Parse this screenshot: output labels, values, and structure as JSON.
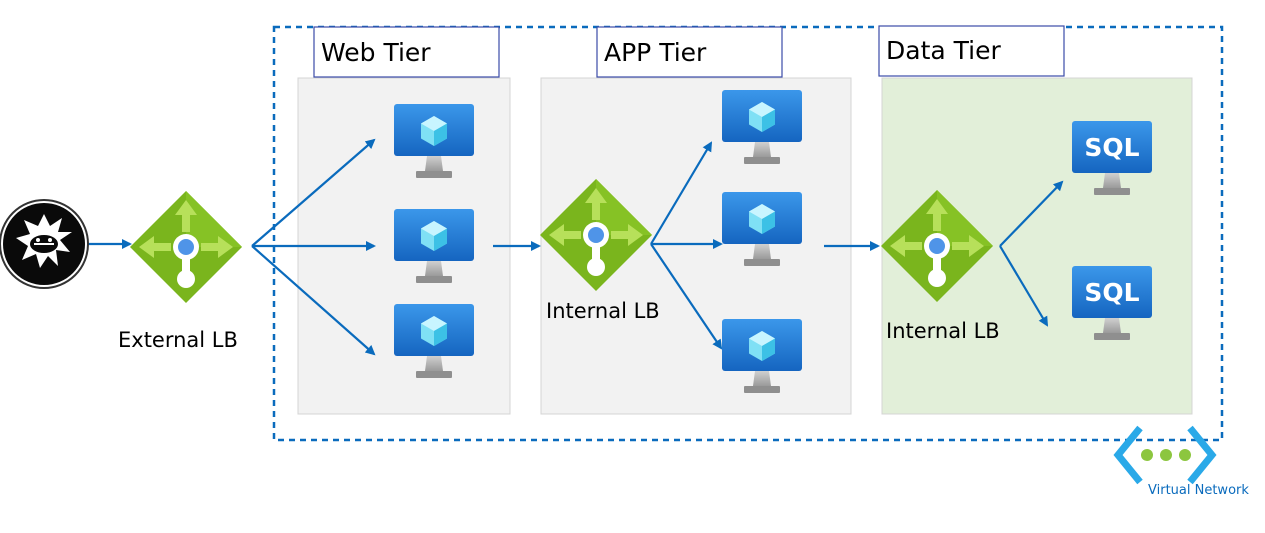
{
  "tiers": {
    "web": {
      "label": "Web Tier"
    },
    "app": {
      "label": "APP Tier"
    },
    "data": {
      "label": "Data Tier"
    }
  },
  "load_balancers": {
    "external": {
      "label": "External LB"
    },
    "app_internal": {
      "label": "Internal LB"
    },
    "data_internal": {
      "label": "Internal LB"
    }
  },
  "database_label": "SQL",
  "virtual_network": {
    "label": "Virtual Network"
  },
  "icons": {
    "client": "user-avatar-icon",
    "load_balancer": "load-balancer-icon",
    "vm": "virtual-machine-icon",
    "sql": "sql-database-icon",
    "vnet": "virtual-network-icon"
  },
  "colors": {
    "vnet_border": "#0a6bbd",
    "arrow": "#0a6bbd",
    "lb_green": "#7ab51d",
    "lb_arrow": "#b7e05a",
    "vm_blue": "#1e88e5",
    "web_panel": "#f2f2f2",
    "app_panel": "#f2f2f2",
    "data_panel": "#e2efd9",
    "label_border": "#3b4ba8"
  }
}
